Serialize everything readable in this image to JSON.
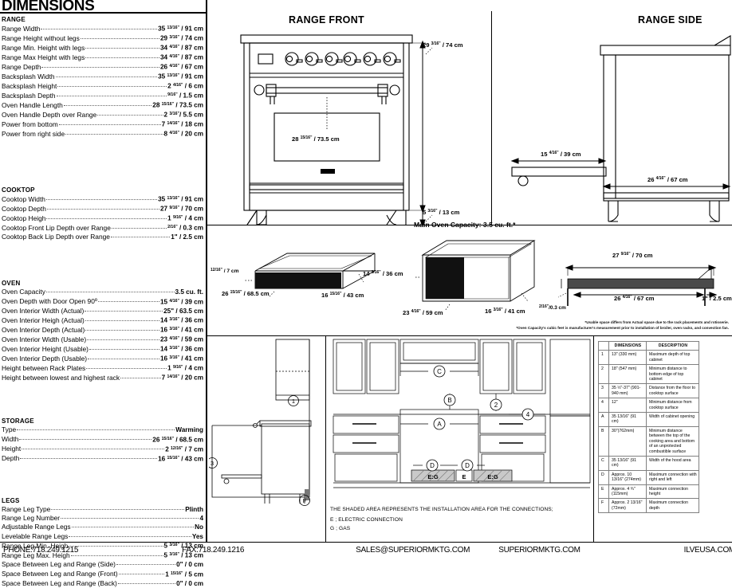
{
  "title": "DIMENSIONS",
  "spec_groups": [
    {
      "heading": "RANGE",
      "rows": [
        {
          "label": "Range Width",
          "value": "35 13/16\" / 91 cm",
          "whole": "35",
          "frac": "13/16\"",
          "metric": " / 91 cm"
        },
        {
          "label": "Range Height without legs",
          "value": "29 3/16\" / 74 cm",
          "whole": "29",
          "frac": "3/16\"",
          "metric": " / 74 cm"
        },
        {
          "label": "Range Min. Height with legs",
          "value": "34 4/16\" / 87 cm",
          "whole": "34",
          "frac": "4/16\"",
          "metric": " / 87 cm"
        },
        {
          "label": "Range Max Height with legs",
          "value": "34 4/16\" / 87 cm",
          "whole": "34",
          "frac": "4/16\"",
          "metric": " / 87 cm"
        },
        {
          "label": "Range Depth",
          "value": "26 4/16\" / 67 cm",
          "whole": "26",
          "frac": "4/16\"",
          "metric": " / 67 cm"
        },
        {
          "label": "Backsplash Width",
          "value": "35 13/16\" / 91 cm",
          "whole": "35",
          "frac": "13/16\"",
          "metric": " / 91 cm"
        },
        {
          "label": "Backsplash Height",
          "value": "2 4/16\" / 6 cm",
          "whole": "2",
          "frac": "4/16\"",
          "metric": " / 6 cm"
        },
        {
          "label": "Backsplash Depth",
          "value": "9/16\" / 1.5 cm",
          "whole": "",
          "frac": "9/16\"",
          "metric": " / 1.5 cm"
        },
        {
          "label": "Oven Handle Length",
          "value": "28 15/16\" / 73.5 cm",
          "whole": "28",
          "frac": "15/16\"",
          "metric": " / 73.5 cm"
        },
        {
          "label": "Oven  Handle  Depth  over  Range",
          "value": "2 3/16\" / 5.5 cm",
          "whole": "2",
          "frac": "3/16\"",
          "metric": "/  5.5  cm"
        },
        {
          "label": "Power from bottom",
          "value": "7 14/16\" / 18 cm",
          "whole": "7",
          "frac": "14/16\"",
          "metric": " / 18 cm"
        },
        {
          "label": "Power from right side",
          "value": "8 4/16\" / 20 cm",
          "whole": "8",
          "frac": "4/16\"",
          "metric": " / 20 cm"
        }
      ]
    },
    {
      "heading": "COOKTOP",
      "rows": [
        {
          "label": "Cooktop Width",
          "value": "35 13/16\" / 91 cm",
          "whole": "35",
          "frac": "13/16\"",
          "metric": " / 91 cm"
        },
        {
          "label": "Cooktop Depth",
          "value": "27 9/16\" / 70 cm",
          "whole": "27",
          "frac": "9/16\"",
          "metric": " / 70 cm"
        },
        {
          "label": "Cooktop Heigh",
          "value": "1 9/16\" / 4 cm",
          "whole": "1",
          "frac": "9/16\"",
          "metric": " / 4 cm"
        },
        {
          "label": "Cooktop Front Lip Depth over Range",
          "value": "2/16\" / 0.3 cm",
          "whole": "",
          "frac": "2/16\"",
          "metric": " / 0.3 cm"
        },
        {
          "label": "Cooktop Back Lip Depth over Range",
          "value": "1\" / 2.5 cm",
          "whole": "",
          "frac": "1\"",
          "metric": " / 2.5 cm"
        }
      ]
    },
    {
      "heading": "OVEN",
      "rows": [
        {
          "label": "Oven Capacity",
          "value": "3.5 cu. ft.",
          "whole": "",
          "frac": "",
          "metric": "3.5 cu. ft."
        },
        {
          "label": "Oven Depth with Door Open 90º",
          "value": "15 4/16\" / 39 cm",
          "whole": "15",
          "frac": "4/16\"",
          "metric": " / 39 cm"
        },
        {
          "label": "Oven Interior Width (Actual)",
          "value": "25\" / 63.5 cm",
          "whole": "",
          "frac": "25\"",
          "metric": " / 63.5 cm"
        },
        {
          "label": "Oven Interior Heigh (Actual)",
          "value": "14 3/16\" / 36 cm",
          "whole": "14",
          "frac": "3/16\"",
          "metric": " / 36 cm"
        },
        {
          "label": "Oven Interior Depth (Actual)",
          "value": "16 3/16\" / 41 cm",
          "whole": "16",
          "frac": "3/16\"",
          "metric": " / 41 cm"
        },
        {
          "label": "Oven Interior Width (Usable)",
          "value": "23 4/16\" / 59 cm",
          "whole": "23",
          "frac": "4/16\"",
          "metric": " / 59 cm"
        },
        {
          "label": "Oven Interior Height (Usable)",
          "value": "14 3/16\" / 36 cm",
          "whole": "14",
          "frac": "3/16\"",
          "metric": " / 36 cm"
        },
        {
          "label": "Oven Interior Depth (Usable)",
          "value": "16 3/16\" / 41 cm",
          "whole": "16",
          "frac": "3/16\"",
          "metric": " / 41 cm"
        },
        {
          "label": "Height between Rack Plates",
          "value": "1 9/16\" / 4 cm",
          "whole": "1",
          "frac": "9/16\"",
          "metric": " / 4 cm"
        },
        {
          "label": "Height between lowest and highest rack",
          "value": "7 14/16\" / 20 cm",
          "whole": "7",
          "frac": "14/16\"",
          "metric": " / 20 cm"
        }
      ]
    },
    {
      "heading": "STORAGE",
      "rows": [
        {
          "label": "Type",
          "value": "Warming",
          "whole": "",
          "frac": "",
          "metric": "Warming"
        },
        {
          "label": "Width",
          "value": "26 15/16\" / 68.5 cm",
          "whole": "26",
          "frac": "15/16\"",
          "metric": " / 68.5 cm"
        },
        {
          "label": "Height",
          "value": "2 12/16\" / 7 cm",
          "whole": "2",
          "frac": "12/16\"",
          "metric": " / 7 cm"
        },
        {
          "label": "Depth",
          "value": "16 15/16\" / 43 cm",
          "whole": "16",
          "frac": "15/16\"",
          "metric": " / 43 cm"
        }
      ]
    },
    {
      "heading": "LEGS",
      "rows": [
        {
          "label": "Range Leg Type",
          "value": "Plinth",
          "whole": "",
          "frac": "",
          "metric": "Plinth"
        },
        {
          "label": "Range Leg Number",
          "value": "4",
          "whole": "",
          "frac": "",
          "metric": "4"
        },
        {
          "label": "Adjustable Range Legs",
          "value": "No",
          "whole": "",
          "frac": "",
          "metric": "No"
        },
        {
          "label": "Levelable Range Legs",
          "value": "Yes",
          "whole": "",
          "frac": "",
          "metric": "Yes"
        },
        {
          "label": "Range Leg Min. Heigh",
          "value": "5 3/16\" / 13 cm",
          "whole": "5",
          "frac": "3/16\"",
          "metric": " / 13 cm"
        },
        {
          "label": "Range Leg Max. Heigh",
          "value": "5 3/16\" / 13 cm",
          "whole": "5",
          "frac": "3/16\"",
          "metric": " / 13 cm"
        },
        {
          "label": "Space Between Leg and Range (Side)",
          "value": "0\" / 0 cm",
          "whole": "",
          "frac": "0\"",
          "metric": " / 0 cm"
        },
        {
          "label": "Space Between Leg and Range (Front)",
          "value": "1 15/16\" / 5 cm",
          "whole": "1",
          "frac": "15/16\"",
          "metric": " / 5 cm"
        },
        {
          "label": "Space Between Leg and Range (Back)",
          "value": "0\" / 0 cm",
          "whole": "",
          "frac": "0\"",
          "metric": " / 0 cm"
        }
      ]
    }
  ],
  "drawings": {
    "range_front_title": "RANGE FRONT",
    "range_side_title": "RANGE SIDE",
    "front_height_whole": "29",
    "front_height_frac": "3/16\"",
    "front_height_metric": "/ 74 cm",
    "front_leg_whole": "5",
    "front_leg_frac": "3/16\"",
    "front_leg_metric": "/ 13 cm",
    "front_handle_whole": "28",
    "front_handle_frac": "15/16\"",
    "front_handle_metric": "/ 73.5 cm",
    "side_depth_whole": "15",
    "side_depth_frac": "4/16\"",
    "side_depth_metric": "/ 39 cm",
    "side_body_whole": "26",
    "side_body_frac": "4/16\"",
    "side_body_metric": "/ 67 cm",
    "oven_capacity_line": "Main Oven Capacity: 3.5 cu. ft.*"
  },
  "cavities": {
    "drawer_height_frac": "12/16\"",
    "drawer_height_metric": "/ 7 cm",
    "drawer_width_whole": "26",
    "drawer_width_frac": "15/16\"",
    "drawer_width_metric": "/ 68.5 cm",
    "drawer_depth_whole": "16",
    "drawer_depth_frac": "15/16\"",
    "drawer_depth_metric": "/ 43 cm",
    "oven_height_whole": "14",
    "oven_height_frac": "3/16\"",
    "oven_height_metric": "/ 36 cm",
    "oven_width_whole": "23",
    "oven_width_frac": "4/16\"",
    "oven_width_metric": "/ 59 cm",
    "oven_depth_whole": "16",
    "oven_depth_frac": "3/16\"",
    "oven_depth_metric": "/ 41 cm",
    "top_width_whole": "27",
    "top_width_frac": "9/16\"",
    "top_width_metric": "/ 70 cm",
    "top_inner_whole": "26",
    "top_inner_frac": "4/16\"",
    "top_inner_metric": "/ 67 cm",
    "top_front_frac": "2/16\"",
    "top_front_metric": "/0.3 cm",
    "top_back_value": "1\" / 2.5 cm",
    "footnote_line1": "*Usable space differs from Actual space due to the rack placements and rotisserie.",
    "footnote_line2": "*Oven Capacity's cubic feet is manufacturer's measurement prior to installation of broiler, oven racks, and convection fan."
  },
  "installation": {
    "callouts": [
      "1",
      "2",
      "3",
      "4",
      "A",
      "B",
      "C",
      "D",
      "E",
      "F"
    ],
    "connection_labels": [
      "E:G",
      "E",
      "E:G"
    ],
    "note_line1": "THE SHADED AREA REPRESENTS THE INSTALLATION AREA FOR THE CONNECTIONS;",
    "note_line2": "E ; ELECTRIC CONNECTION",
    "note_line3": "G ; GAS"
  },
  "dim_table": {
    "headers": [
      "",
      "DIMENSIONS",
      "DESCRIPTION"
    ],
    "rows": [
      {
        "key": "1",
        "dim": "13\" (330 mm)",
        "desc": "Maximum depth of top cabinet"
      },
      {
        "key": "2",
        "dim": "18\" (547 mm)",
        "desc": "Minimum distance to bottom edge of top cabinet"
      },
      {
        "key": "3",
        "dim": "35 ½\"-37\" (901-940 mm)",
        "desc": "Distance from the floor to cooktop surface"
      },
      {
        "key": "4",
        "dim": "12\"",
        "desc": "Minimum distance from cooktop surface"
      },
      {
        "key": "A",
        "dim": "35 13/16\" (91 cm)",
        "desc": "Width of cabinet opening"
      },
      {
        "key": "B",
        "dim": "30\"(762mm)",
        "desc": "Minimum distance between the top of the cooking area and bottom of an unprotected combustible surface"
      },
      {
        "key": "C",
        "dim": "35 13/16\" (91 cm)",
        "desc": "Width of the hood area"
      },
      {
        "key": "D",
        "dim": "Approx. 10 13/16\" (274mm)",
        "desc": "Maximum connection with right and left"
      },
      {
        "key": "E",
        "dim": "Approx. 4 ¾\" (115mm)",
        "desc": "Maximum connection height"
      },
      {
        "key": "F",
        "dim": "Approx. 2 13/16\" (72mm)",
        "desc": "Maximum connection depth"
      }
    ]
  },
  "footer": {
    "phone": "PHONE:718.249.1215",
    "fax": "FAX:718.249.1216",
    "email": "SALES@SUPERIORMKTG.COM",
    "site": "SUPERIORMKTG.COM",
    "brand_site": "ILVEUSA.COM"
  }
}
